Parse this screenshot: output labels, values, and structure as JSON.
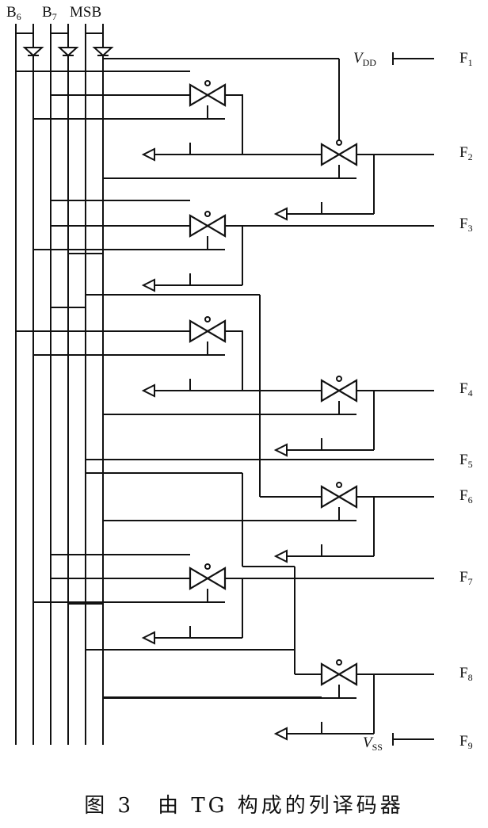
{
  "inputs": [
    {
      "base": "B",
      "sub": "6"
    },
    {
      "base": "B",
      "sub": "7"
    },
    {
      "base": "MSB",
      "sub": ""
    }
  ],
  "outputs": [
    {
      "base": "F",
      "sub": "1"
    },
    {
      "base": "F",
      "sub": "2"
    },
    {
      "base": "F",
      "sub": "3"
    },
    {
      "base": "F",
      "sub": "4"
    },
    {
      "base": "F",
      "sub": "5"
    },
    {
      "base": "F",
      "sub": "6"
    },
    {
      "base": "F",
      "sub": "7"
    },
    {
      "base": "F",
      "sub": "8"
    },
    {
      "base": "F",
      "sub": "9"
    }
  ],
  "supply": {
    "vdd": {
      "base": "V",
      "sub": "DD"
    },
    "vss": {
      "base": "V",
      "sub": "SS"
    }
  },
  "caption": "图 3　由 TG 构成的列译码器"
}
